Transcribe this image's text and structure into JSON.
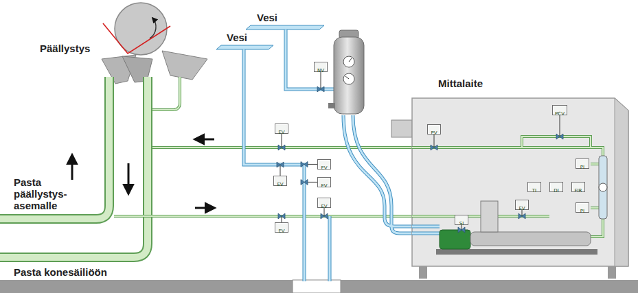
{
  "diagram": {
    "nodes": [
      {
        "text": [
          "Mittalaite"
        ]
      },
      {
        "text": [
          "PCV"
        ],
        "in": 0
      },
      {
        "text": [
          "PV"
        ],
        "in": 0
      },
      {
        "text": [
          "PI"
        ],
        "in": 0
      },
      {
        "text": [
          "TI"
        ],
        "in": 0
      },
      {
        "text": [
          "DI"
        ],
        "in": 0
      },
      {
        "text": [
          "FIR"
        ],
        "in": 0
      },
      {
        "text": [
          "EV"
        ],
        "in": 0
      },
      {
        "text": [
          "PI"
        ],
        "in": 0
      },
      {
        "text": [
          "SI"
        ],
        "in": 0
      },
      {
        "text": [
          "NV"
        ]
      },
      {
        "text": [
          "EV"
        ]
      },
      {
        "text": [
          "EV"
        ]
      },
      {
        "text": [
          "EV"
        ]
      },
      {
        "text": [
          "EV"
        ]
      },
      {
        "text": [
          "EV"
        ]
      },
      {
        "text": [
          "EV"
        ]
      }
    ],
    "labels": [
      "Päällystys",
      "Vesi",
      "Vesi",
      "Pasta päällystys- asemalle",
      "Pasta konesäiliöön"
    ]
  }
}
